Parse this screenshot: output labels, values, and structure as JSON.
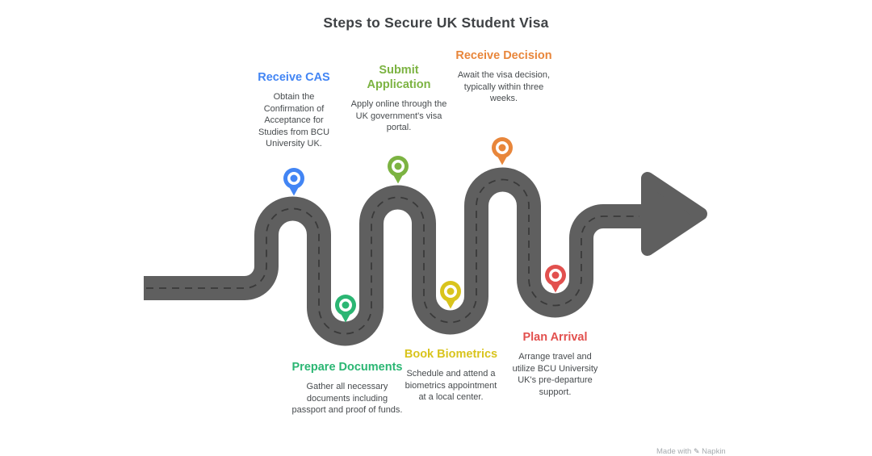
{
  "title": "Steps to Secure UK Student Visa",
  "road": {
    "color": "#5f5f5f",
    "dash_color": "#3a3a3a"
  },
  "steps": [
    {
      "id": "receive-cas",
      "title": "Receive CAS",
      "color": "#4285F4",
      "description": "Obtain the Confirmation of Acceptance for Studies from BCU University UK."
    },
    {
      "id": "prepare-documents",
      "title": "Prepare Documents",
      "color": "#2BB673",
      "description": "Gather all necessary documents including passport and proof of funds."
    },
    {
      "id": "submit-application",
      "title": "Submit Application",
      "color": "#7CB342",
      "description": "Apply online through the UK government's visa portal."
    },
    {
      "id": "book-biometrics",
      "title": "Book Biometrics",
      "color": "#D9C41D",
      "description": "Schedule and attend a biometrics appointment at a local center."
    },
    {
      "id": "receive-decision",
      "title": "Receive Decision",
      "color": "#E8863B",
      "description": "Await the visa decision, typically within three weeks."
    },
    {
      "id": "plan-arrival",
      "title": "Plan Arrival",
      "color": "#E2504E",
      "description": "Arrange travel and utilize BCU University UK's pre-departure support."
    }
  ],
  "watermark": {
    "prefix": "Made with",
    "icon": "pen-icon",
    "brand": "Napkin"
  }
}
